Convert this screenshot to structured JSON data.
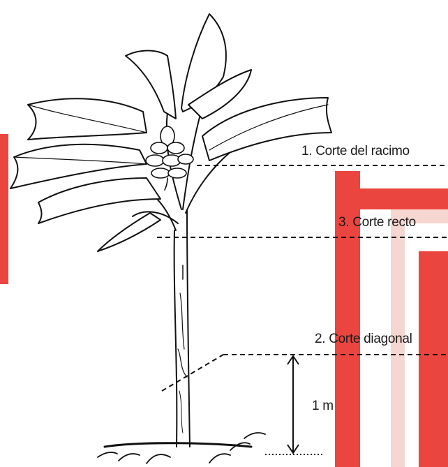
{
  "labels": {
    "cut1": "1. Corte del racimo",
    "cut3": "3. Corte recto",
    "cut2": "2. Corte diagonal",
    "height": "1 m"
  },
  "colors": {
    "ink": "#111111",
    "background": "#ffffff",
    "watermark": "#e0201c"
  },
  "illustration": "banana-plant-drawing"
}
